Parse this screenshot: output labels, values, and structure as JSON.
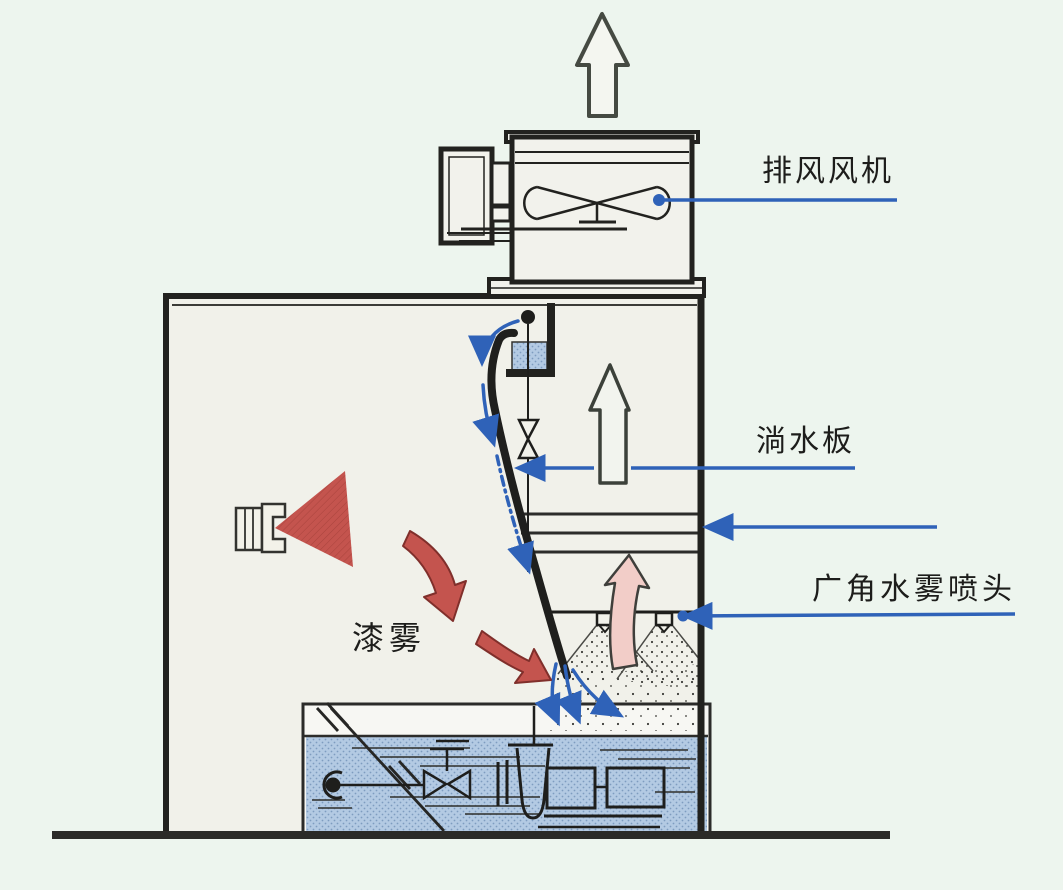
{
  "labels": {
    "exhaust_fan": "排风风机",
    "water_flow_plate": "淌水板",
    "wide_angle_nozzle": "广角水雾喷头",
    "paint_mist": "漆雾"
  },
  "colors": {
    "background": "#edf5ee",
    "booth_interior": "#f1f1ea",
    "line_black": "#22221f",
    "leader_blue": "#2f62b8",
    "paint_red": "#c4544e",
    "mist_pink": "#f2cdc8",
    "water_blue": "#b3cae3"
  }
}
